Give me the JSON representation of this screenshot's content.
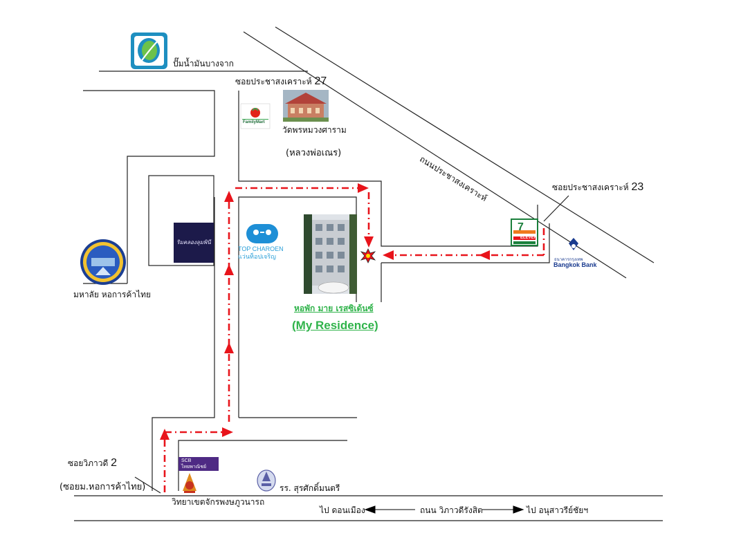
{
  "labels": {
    "gas_station": "ปั๊มน้ำมันบางจาก",
    "soi27_text": "ซอยประชาสงเคราะห์",
    "soi27_num": "27",
    "temple": "วัดพรหมวงศาราม",
    "temple_alias": "(หลวงพ่อเณร)",
    "road_name": "ถนนประชาสงเคราะห์",
    "soi23_text": "ซอยประชาสงเคราะห์",
    "soi23_num": "23",
    "university": "มหาลัย หอการค้าไทย",
    "residence_th": "หอพัก มาย เรสซิเด้นซ์",
    "residence_en": "(My Residence)",
    "soi_wiphawadi_text": "ซอยวิภาวดี",
    "soi_wiphawadi_num": "2",
    "soi_wiphawadi_alias": "(ซอยม.หอการค้าไทย)",
    "school_tech": "วิทยาเขตจักรพงษภูวนารถ",
    "school_surasak": "รร. สุรศักดิ์มนตรี",
    "dir_left": "ไป ดอนเมือง",
    "main_road": "ถนน วิภาวดีรังสิต",
    "dir_right": "ไป อนุสาวรีย์ชัยฯ"
  },
  "logos": {
    "familymart": "FamilyMart",
    "seven_eleven": "ELEVEN",
    "bangkok_bank": "Bangkok Bank",
    "bangkok_bank_thai": "ธนาคารกรุงเทพ",
    "top_charoen_en": "TOP CHAROEN",
    "top_charoen_th": "แว่นท็อปเจริญ",
    "scb_en": "SCB",
    "scb_th": "ไทยพาณิชย์",
    "riverside_logo": "ริมคลองลุมพินี"
  },
  "colors": {
    "route": "#e8141b",
    "road": "#222222",
    "residence_text": "#2fb34a",
    "bangchak": "#1e8fc0",
    "seven_green": "#1a7f3b",
    "seven_orange": "#f07a1e",
    "bangkok_bank": "#1a3b8f",
    "scb": "#4e2a84"
  },
  "icons": {
    "destination": "star-burst-icon",
    "route_arrow": "red-arrow-icon"
  }
}
